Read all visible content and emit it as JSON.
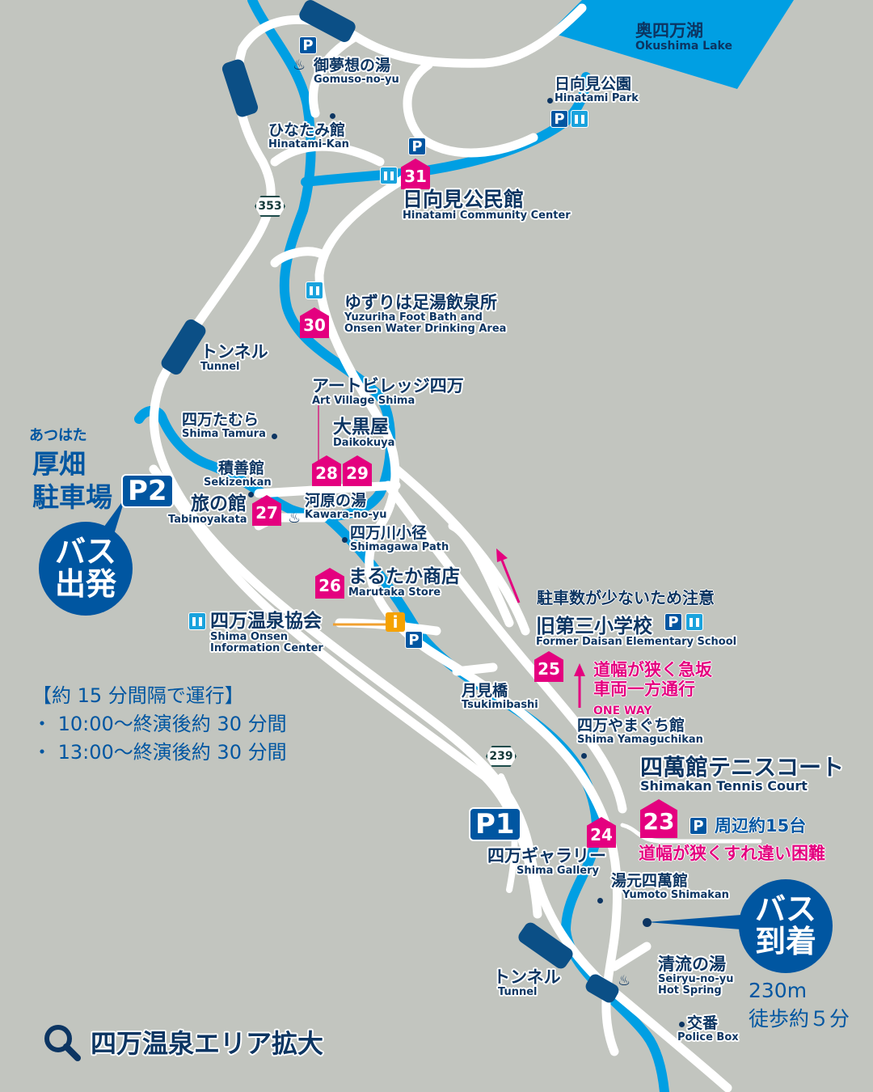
{
  "lake": {
    "ja": "奥四万湖",
    "en": "Okushima Lake"
  },
  "places": {
    "gomuso": {
      "ja": "御夢想の湯",
      "en": "Gomuso-no-yu"
    },
    "hinatamikan": {
      "ja": "ひなたみ館",
      "en": "Hinatami-Kan"
    },
    "hinatamipark": {
      "ja": "日向見公園",
      "en": "Hinatami Park"
    },
    "community": {
      "ja": "日向見公民館",
      "en": "Hinatami Community Center"
    },
    "yuzuriha": {
      "ja": "ゆずりは足湯飲泉所",
      "en1": "Yuzuriha Foot Bath and",
      "en2": "Onsen Water Drinking Area"
    },
    "tunnel_top": {
      "ja": "トンネル",
      "en": "Tunnel"
    },
    "artvillage": {
      "ja": "アートビレッジ四万",
      "en": "Art Village Shima"
    },
    "daikokuya": {
      "ja": "大黒屋",
      "en": "Daikokuya"
    },
    "tamura": {
      "ja": "四万たむら",
      "en": "Shima Tamura"
    },
    "sekizenkan": {
      "ja": "積善館",
      "en": "Sekizenkan"
    },
    "tabinoyakata": {
      "ja": "旅の館",
      "en": "Tabinoyakata"
    },
    "kawara": {
      "ja": "河原の湯",
      "en": "Kawara-no-yu"
    },
    "shimagawa": {
      "ja": "四万川小径",
      "en": "Shimagawa Path"
    },
    "marutaka": {
      "ja": "まるたか商店",
      "en": "Marutaka Store"
    },
    "info": {
      "ja": "四万温泉協会",
      "en1": "Shima Onsen",
      "en2": "Information Center"
    },
    "daisan": {
      "ja": "旧第三小学校",
      "en": "Former Daisan Elementary School"
    },
    "tsukimibashi": {
      "ja": "月見橋",
      "en": "Tsukimibashi"
    },
    "yamaguchikan": {
      "ja": "四万やまぐち館",
      "en": "Shima Yamaguchikan"
    },
    "tennis": {
      "ja": "四萬館テニスコート",
      "en": "Shimakan Tennis Court"
    },
    "gallery": {
      "ja": "四万ギャラリー",
      "en": "Shima Gallery"
    },
    "yumoto": {
      "ja": "湯元四萬館",
      "en": "Yumoto Shimakan"
    },
    "tunnel_bottom": {
      "ja": "トンネル",
      "en": "Tunnel"
    },
    "seiryu": {
      "ja": "清流の湯",
      "en1": "Seiryu-no-yu",
      "en2": "Hot Spring"
    },
    "koban": {
      "ja": "交番",
      "en": "Police Box"
    }
  },
  "pins": [
    "31",
    "30",
    "28",
    "29",
    "27",
    "26",
    "25",
    "24",
    "23"
  ],
  "routes": [
    "353",
    "239"
  ],
  "parking": {
    "p2_reading": "あつはた",
    "p2_name1": "厚畑",
    "p2_name2": "駐車場",
    "p2": "P2",
    "p1": "P1",
    "p": "P",
    "tennis_note": "周辺約15台"
  },
  "bus": {
    "depart1": "バス",
    "depart2": "出発",
    "arrive1": "バス",
    "arrive2": "到着",
    "distance": "230m",
    "walk": "徒歩約５分"
  },
  "schedule": {
    "title": "【約 15 分間隔で運行】",
    "line1": "・ 10:00～終演後約 30 分間",
    "line2": "・ 13:00～終演後約 30 分間"
  },
  "warnings": {
    "parking_few": "駐車数が少ないため注意",
    "steep1": "道幅が狭く急坂",
    "steep2": "車両一方通行",
    "oneway": "ONE WAY",
    "narrow": "道幅が狭くすれ違い困難"
  },
  "footer": {
    "title": "四万温泉エリア拡大"
  },
  "colors": {
    "background": "#c2c5bf",
    "river": "#009fe3",
    "navy": "#0c3562",
    "blue": "#0056a1",
    "magenta": "#e4007f",
    "info": "#f5a200"
  }
}
